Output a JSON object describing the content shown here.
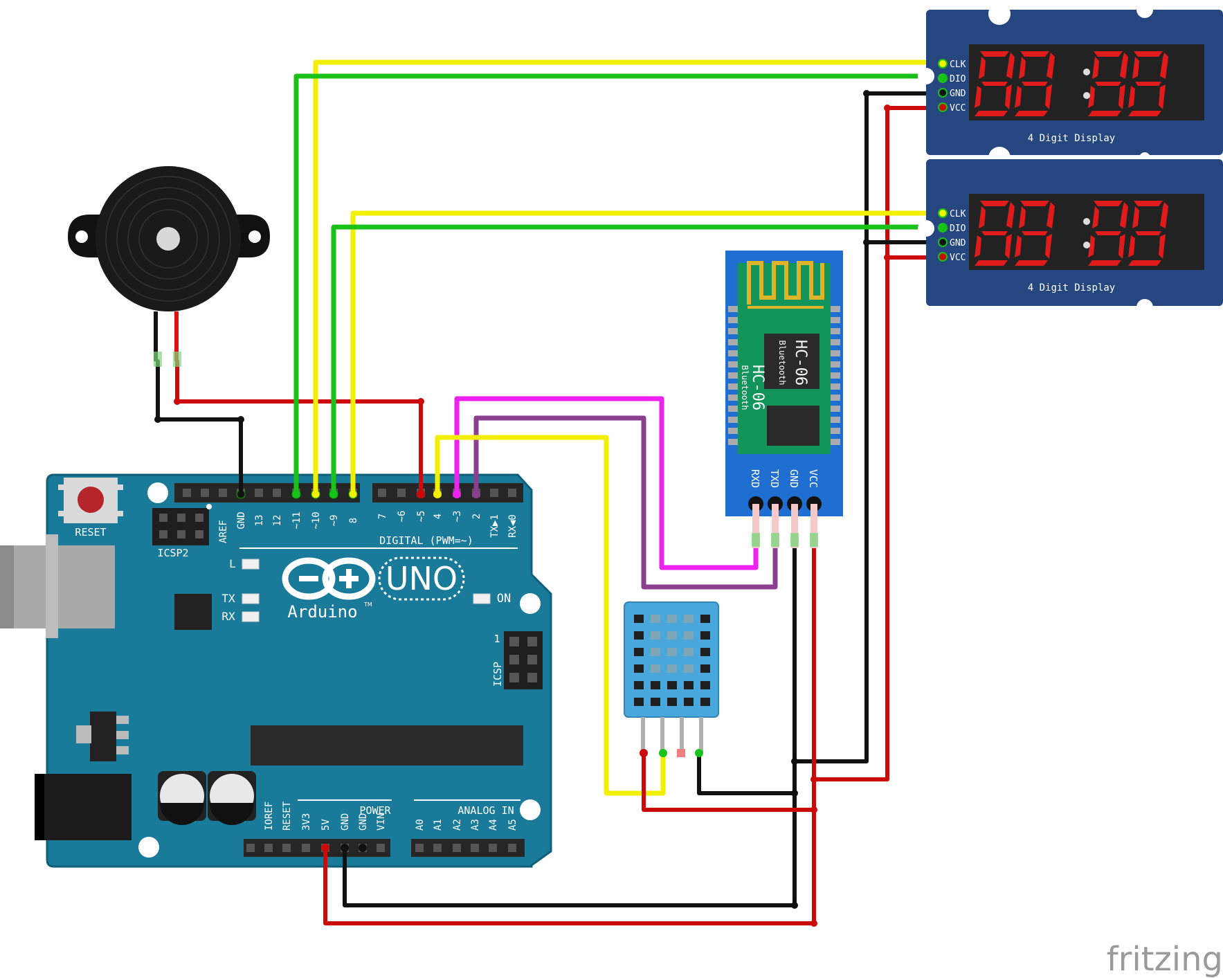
{
  "colors": {
    "board": "#1a7a99",
    "board_edge": "#0f5f78",
    "display_board": "#26467f",
    "digit_on": "#e11b1b",
    "digit_off": "#4a4a4a",
    "bt_blue": "#1e6fd1",
    "bt_green": "#12955a",
    "dht_blue": "#4aa7dc",
    "wire_yellow": "#f2f000",
    "wire_green": "#19c219",
    "wire_red": "#cc0a0a",
    "wire_black": "#111111",
    "wire_magenta": "#ee22ee",
    "wire_purple": "#8a3f8f"
  },
  "arduino": {
    "logo_text": "Arduino",
    "tm": "TM",
    "model": "UNO",
    "reset_label": "RESET",
    "icsp2_label": "ICSP2",
    "icsp_label": "ICSP",
    "icsp_pin1": "1",
    "digital_label": "DIGITAL (PWM=~)",
    "power_label": "POWER",
    "analog_label": "ANALOG IN",
    "on_label": "ON",
    "l_label": "L",
    "tx_label": "TX",
    "rx_label": "RX",
    "top_pins_left": [
      "AREF",
      "GND",
      "13",
      "12",
      "~11",
      "~10",
      "~9",
      "8"
    ],
    "top_pins_right": [
      "7",
      "~6",
      "~5",
      "4",
      "~3",
      "2",
      "TX▶1",
      "RX◀0"
    ],
    "power_pins": [
      "IOREF",
      "RESET",
      "3V3",
      "5V",
      "GND",
      "GND",
      "VIN"
    ],
    "analog_pins": [
      "A0",
      "A1",
      "A2",
      "A3",
      "A4",
      "A5"
    ]
  },
  "display1": {
    "pins": [
      "CLK",
      "DIO",
      "GND",
      "VCC"
    ],
    "caption": "4 Digit Display"
  },
  "display2": {
    "pins": [
      "CLK",
      "DIO",
      "GND",
      "VCC"
    ],
    "caption": "4 Digit Display"
  },
  "bluetooth": {
    "model": "HC-06",
    "sub": "Bluetooth",
    "model2": "HC-06",
    "sub2": "Bluetooth",
    "pins": [
      "RXD",
      "TXD",
      "GND",
      "VCC"
    ]
  },
  "watermark": "fritzing"
}
